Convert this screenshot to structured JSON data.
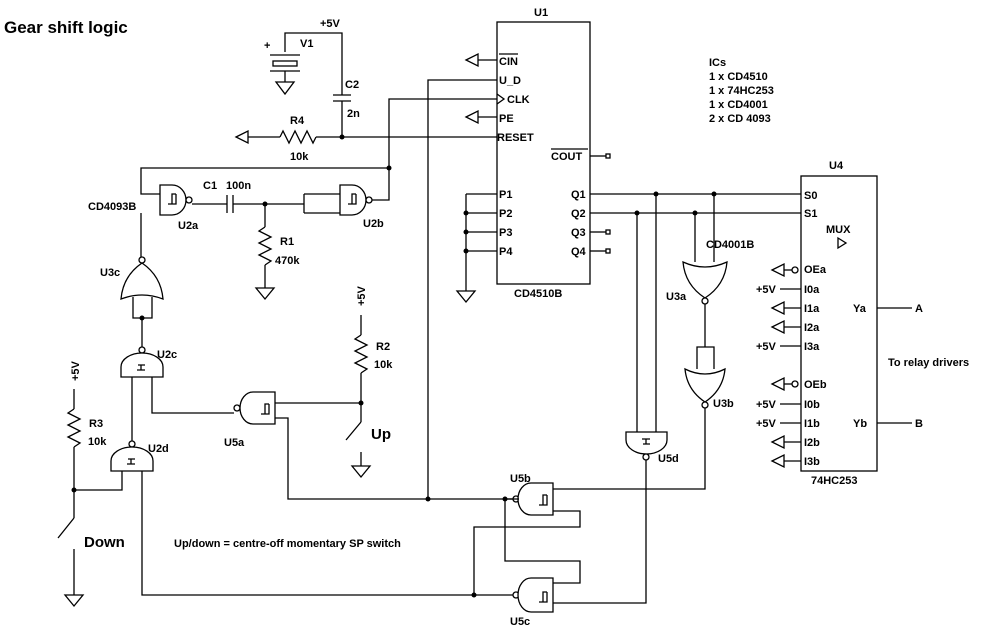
{
  "title": "Gear shift logic",
  "supply": {
    "plus5v": "+5V"
  },
  "components": {
    "v1": "V1",
    "c2": "C2",
    "c2_val": "2n",
    "r4": "R4",
    "r4_val": "10k",
    "c1": "C1",
    "c1_val": "100n",
    "r1": "R1",
    "r1_val": "470k",
    "r2": "R2",
    "r2_val": "10k",
    "r3": "R3",
    "r3_val": "10k"
  },
  "gates": {
    "u2a": "U2a",
    "u2b": "U2b",
    "u2c": "U2c",
    "u2d": "U2d",
    "u3a": "U3a",
    "u3b": "U3b",
    "u3c": "U3c",
    "u5a": "U5a",
    "u5b": "U5b",
    "u5c": "U5c",
    "u5d": "U5d",
    "cd4093b": "CD4093B",
    "cd4001b": "CD4001B"
  },
  "u1": {
    "name": "U1",
    "part": "CD4510B",
    "left_pins": [
      "CIN",
      "U_D",
      "CLK",
      "PE",
      "RESET"
    ],
    "p_pins": [
      "P1",
      "P2",
      "P3",
      "P4"
    ],
    "cout": "COUT",
    "q_pins": [
      "Q1",
      "Q2",
      "Q3",
      "Q4"
    ]
  },
  "u4": {
    "name": "U4",
    "part": "74HC253",
    "mux": "MUX",
    "select_pins": [
      "S0",
      "S1"
    ],
    "left_pins": [
      "OEa",
      "I0a",
      "I1a",
      "I2a",
      "I3a",
      "OEb",
      "I0b",
      "I1b",
      "I2b",
      "I3b"
    ],
    "right_pins": [
      "Ya",
      "Yb"
    ],
    "plus5_inputs": [
      "+5V",
      "+5V",
      "+5V",
      "+5V"
    ]
  },
  "outputs": {
    "a": "A",
    "b": "B",
    "note": "To relay drivers"
  },
  "ics_list": [
    "ICs",
    "1 x  CD4510",
    "1 x 74HC253",
    "1 x CD4001",
    "2 x CD 4093"
  ],
  "switches": {
    "up": "Up",
    "down": "Down",
    "note": "Up/down = centre-off momentary SP switch"
  }
}
